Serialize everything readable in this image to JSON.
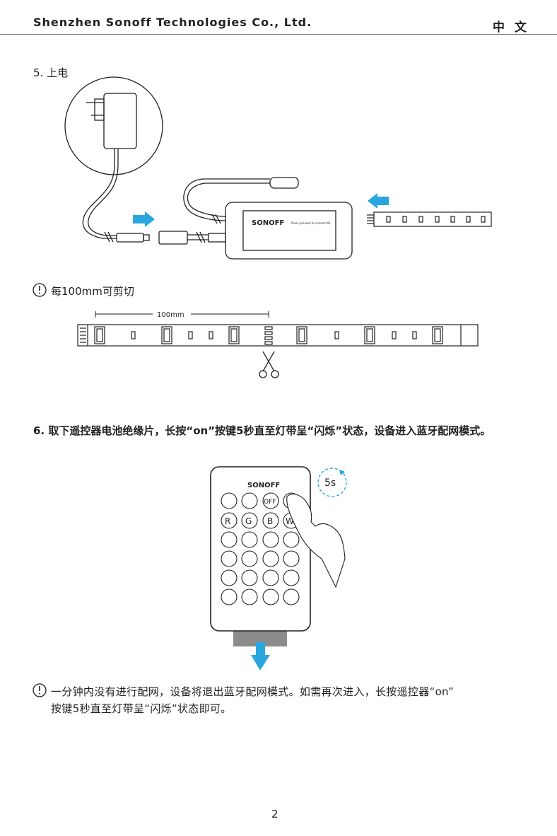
{
  "header": {
    "company": "Shenzhen Sonoff Technologies Co., Ltd.",
    "language": "中 文"
  },
  "step5": {
    "title": "5. 上电"
  },
  "wiring": {
    "brand": "SONOFF",
    "controller_text": "Press pressed to connect BI"
  },
  "cut_note": {
    "text": "每100mm可剪切",
    "dimension": "100mm"
  },
  "step6": {
    "title": "6. 取下遥控器电池绝缘片，长按“on”按键5秒直至灯带呈“闪烁”状态，设备进入蓝牙配网模式。"
  },
  "remote": {
    "brand": "SONOFF",
    "timer": "5s",
    "row1": [
      "",
      "",
      "OFF",
      ""
    ],
    "row2": [
      "R",
      "G",
      "B",
      "W"
    ]
  },
  "note2": {
    "line1": "一分钟内没有进行配网，设备将退出蓝牙配网模式。如需再次进入，长按遥控器“on”",
    "line2": "按键5秒直至灯带呈“闪烁”状态即可。"
  },
  "footer": {
    "page": "2"
  },
  "colors": {
    "arrow": "#2aa6de",
    "line": "#231f20"
  }
}
